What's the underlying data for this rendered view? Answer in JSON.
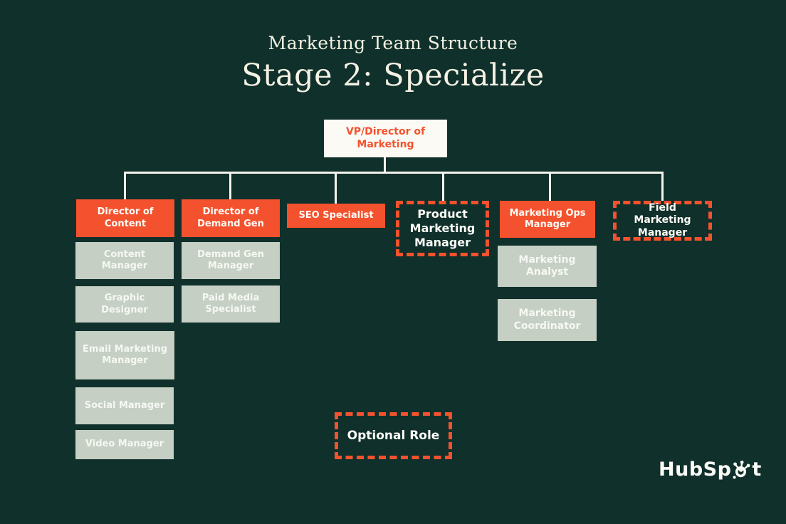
{
  "title": {
    "eyebrow": "Marketing Team Structure",
    "heading": "Stage 2: Specialize"
  },
  "colors": {
    "background": "#10302b",
    "orange": "#f4522e",
    "sage": "#c5cfc3",
    "box_white": "#fbfaf4",
    "connector": "#f4f3ec",
    "title_text": "#f5f1e4",
    "box_text": "#fdfcf7"
  },
  "org": {
    "root": {
      "label": "VP/Director of Marketing"
    },
    "columns": [
      {
        "head": {
          "label": "Director of Content",
          "optional": false
        },
        "children": [
          {
            "label": "Content Manager"
          },
          {
            "label": "Graphic Designer"
          },
          {
            "label": "Email Marketing Manager"
          },
          {
            "label": "Social Manager"
          },
          {
            "label": "Video Manager"
          }
        ]
      },
      {
        "head": {
          "label": "Director of Demand Gen",
          "optional": false
        },
        "children": [
          {
            "label": "Demand Gen Manager"
          },
          {
            "label": "Paid Media Specialist"
          }
        ]
      },
      {
        "head": {
          "label": "SEO Specialist",
          "optional": false
        },
        "children": []
      },
      {
        "head": {
          "label": "Product Marketing Manager",
          "optional": true
        },
        "children": []
      },
      {
        "head": {
          "label": "Marketing Ops Manager",
          "optional": false
        },
        "children": [
          {
            "label": "Marketing Analyst"
          },
          {
            "label": "Marketing Coordinator"
          }
        ]
      },
      {
        "head": {
          "label": "Field Marketing Manager",
          "optional": true
        },
        "children": []
      }
    ]
  },
  "legend": {
    "optional_label": "Optional Role"
  },
  "logo": {
    "brand": "HubSpot",
    "prefix": "HubSp",
    "suffix": "t"
  }
}
